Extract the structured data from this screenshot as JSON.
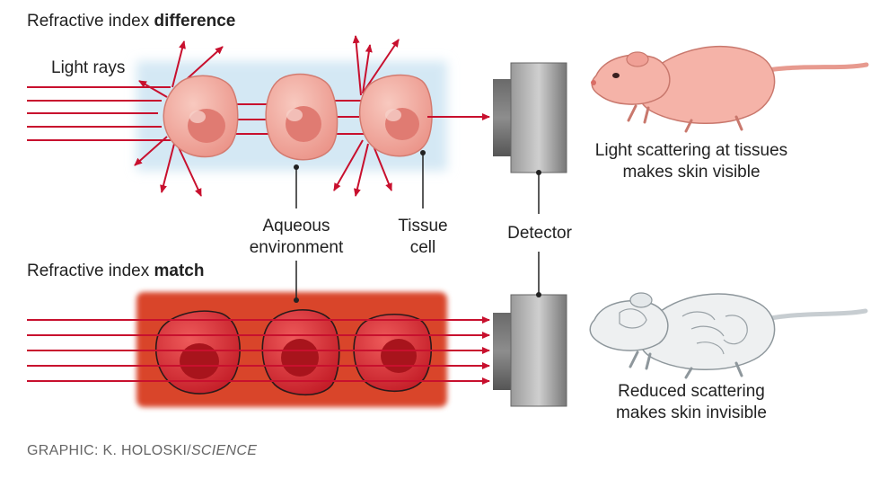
{
  "panels": {
    "top": {
      "title_prefix": "Refractive index ",
      "title_emph": "difference"
    },
    "bottom": {
      "title_prefix": "Refractive index ",
      "title_emph": "match"
    }
  },
  "labels": {
    "light_rays": "Light rays",
    "aqueous_line1": "Aqueous",
    "aqueous_line2": "environment",
    "tissue_line1": "Tissue",
    "tissue_line2": "cell",
    "detector": "Detector",
    "visible_line1": "Light scattering at tissues",
    "visible_line2": "makes skin visible",
    "invisible_line1": "Reduced scattering",
    "invisible_line2": "makes skin invisible"
  },
  "credit": {
    "prefix": "GRAPHIC: K. HOLOSKI/",
    "emph": "SCIENCE"
  },
  "colors": {
    "ray": "#c8102e",
    "aqueous_top": "#d4e8f4",
    "aqueous_bottom": "#d9452c",
    "cell_top": "#f2a99e",
    "cell_bottom": "#d62a30",
    "mouse_visible": "#f5b3a8",
    "mouse_invisible": "#eef0f1"
  }
}
